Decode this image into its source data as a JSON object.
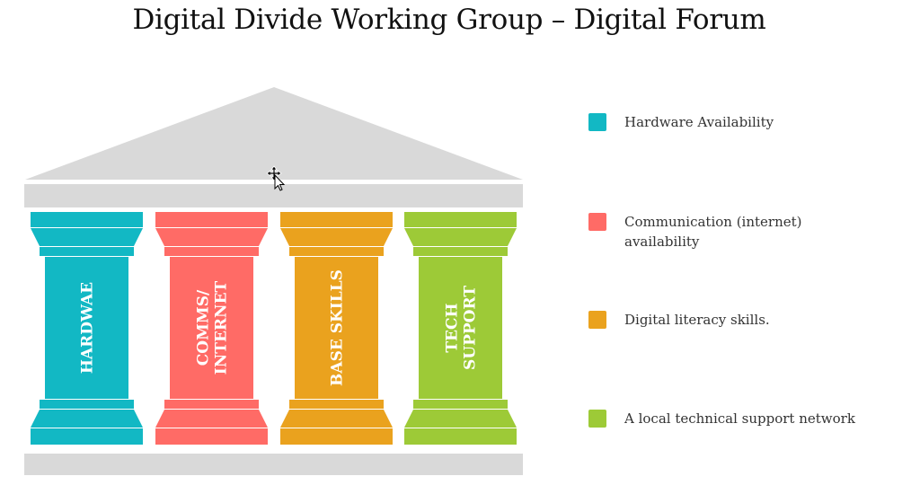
{
  "title": "Digital Divide Working Group – Digital Forum",
  "pillars": [
    {
      "lines": [
        "HARDWAE"
      ],
      "color": "#12b8c4"
    },
    {
      "lines": [
        "COMMS/",
        "INTERNET"
      ],
      "color": "#ff6b66"
    },
    {
      "lines": [
        "BASE SKILLS"
      ],
      "color": "#eaa21e"
    },
    {
      "lines": [
        "TECH",
        "SUPPORT"
      ],
      "color": "#9dca37"
    }
  ],
  "legend": [
    {
      "label": "Hardware Availability",
      "color": "#12b8c4"
    },
    {
      "label": "Communication (internet) availability",
      "color": "#ff6b66"
    },
    {
      "label": "Digital literacy skills.",
      "color": "#eaa21e"
    },
    {
      "label": "A local technical support network",
      "color": "#9dca37"
    }
  ],
  "colors": {
    "roof": "#d9d9d9",
    "base": "#d9d9d9"
  },
  "icons": {
    "cursor": "move-cursor-icon"
  }
}
